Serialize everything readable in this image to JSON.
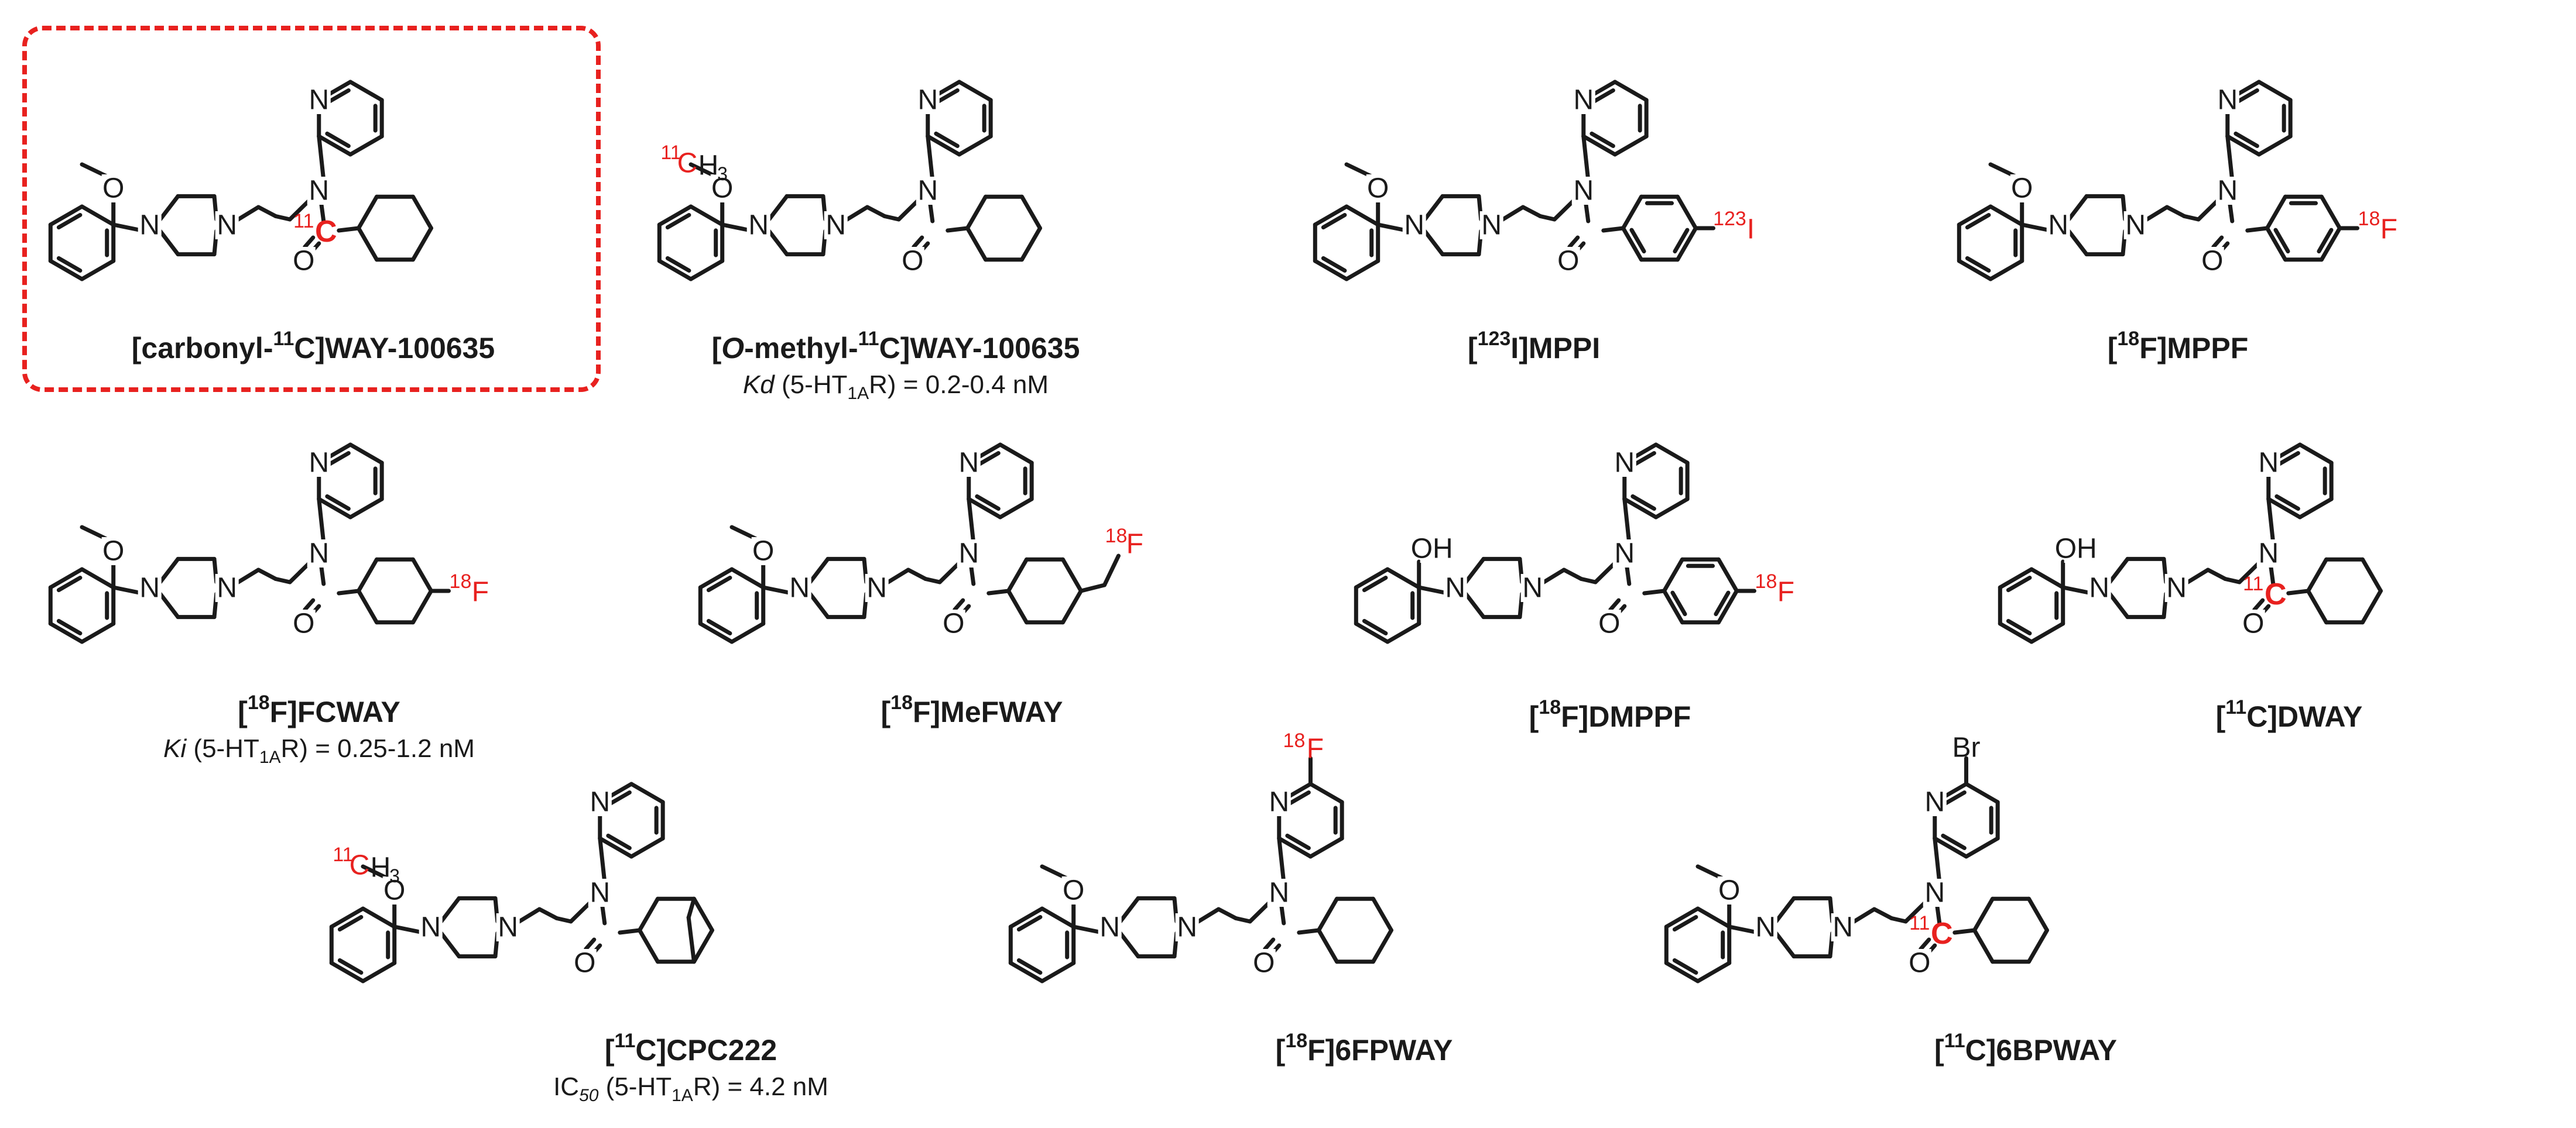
{
  "colors": {
    "bond": "#1a1a1a",
    "isotope": "#e8211f",
    "highlight_border": "#e8211f"
  },
  "atom_labels": {
    "nitrogen": "N",
    "oxygen": "O",
    "hydroxyl": "OH",
    "bromine": "Br",
    "carbon": "C",
    "methyl_h3": "H",
    "methyl_3": "3",
    "iodine": "I",
    "fluorine": "F",
    "iso_c11": "11",
    "iso_f18": "18",
    "iso_i123": "123"
  },
  "compounds": [
    {
      "name_parts": [
        "[carbonyl-",
        "11",
        "C]WAY-100635"
      ],
      "highlighted": true
    },
    {
      "name_parts": [
        "[",
        "O",
        "-methyl-",
        "11",
        "C]WAY-100635"
      ],
      "property": {
        "symbol": "Kd",
        "target": "5-HT",
        "target_sub": "1A",
        "target_tail": "R",
        "value": "= 0.2-0.4 nM"
      }
    },
    {
      "name_parts": [
        "[",
        "123",
        "I]MPPI"
      ]
    },
    {
      "name_parts": [
        "[",
        "18",
        "F]MPPF"
      ]
    },
    {
      "name_parts": [
        "[",
        "18",
        "F]FCWAY"
      ],
      "property": {
        "symbol": "Ki",
        "target": "5-HT",
        "target_sub": "1A",
        "target_tail": "R",
        "value": "= 0.25-1.2 nM"
      }
    },
    {
      "name_parts": [
        "[",
        "18",
        "F]MeFWAY"
      ]
    },
    {
      "name_parts": [
        "[",
        "18",
        "F]DMPPF"
      ]
    },
    {
      "name_parts": [
        "[",
        "11",
        "C]DWAY"
      ]
    },
    {
      "name_parts": [
        "[",
        "11",
        "C]CPC222"
      ],
      "property": {
        "symbol": "IC",
        "symbol_sub": "50",
        "target": "5-HT",
        "target_sub": "1A",
        "target_tail": "R",
        "value": "= 4.2 nM"
      }
    },
    {
      "name_parts": [
        "[",
        "18",
        "F]6FPWAY"
      ]
    },
    {
      "name_parts": [
        "[",
        "11",
        "C]6BPWAY"
      ]
    }
  ]
}
